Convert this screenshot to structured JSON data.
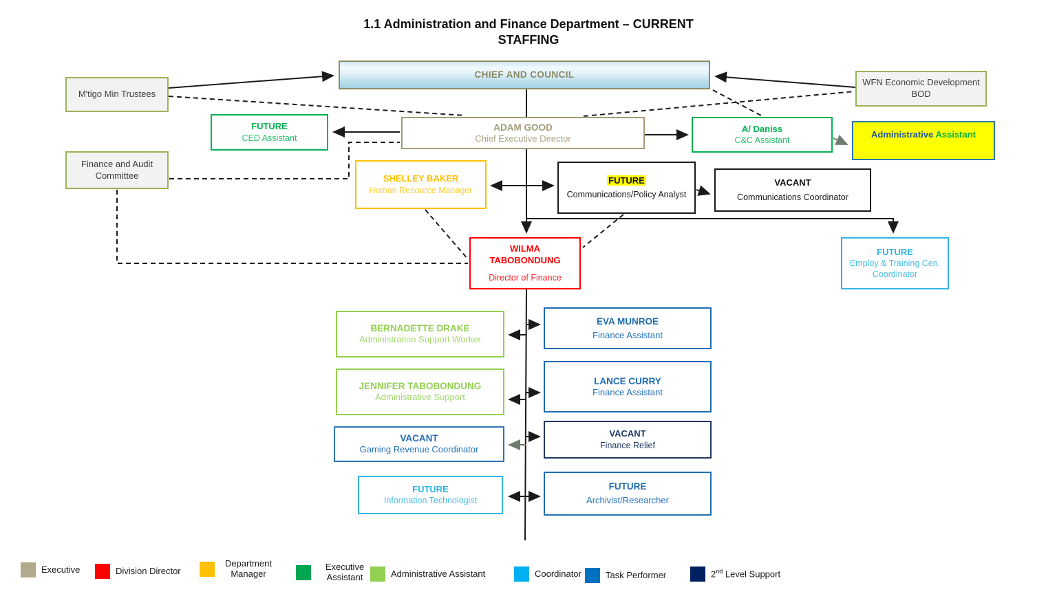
{
  "title": {
    "line1": "1.1 Administration and Finance Department – CURRENT",
    "line2": "STAFFING"
  },
  "nodes": {
    "chief": {
      "name": "CHIEF AND COUNCIL"
    },
    "mtigo": {
      "label": "M'tigo Min Trustees"
    },
    "wfn": {
      "label": "WFN Economic Development BOD"
    },
    "finance_audit": {
      "label": "Finance and Audit Committee"
    },
    "future_ced": {
      "name": "FUTURE",
      "role": "CED Assistant"
    },
    "adam": {
      "name": "ADAM GOOD",
      "role": "Chief Executive Director"
    },
    "daniss": {
      "name": "A/ Daniss",
      "role": "C&C Assistant"
    },
    "admin_assistant": {
      "word1": "Administrative",
      "word2": "Assistant"
    },
    "shelley": {
      "name": "SHELLEY BAKER",
      "role": "Human Resource Manager"
    },
    "comm_policy": {
      "name": "FUTURE",
      "role": "Communications/Policy Analyst"
    },
    "comms_coord": {
      "name": "VACANT",
      "role": "Communications Coordinator"
    },
    "wilma": {
      "name": "WILMA TABOBONDUNG",
      "role": "Director of Finance"
    },
    "employ": {
      "name": "FUTURE",
      "role": "Employ & Training Cen. Coordinator"
    },
    "bernadette": {
      "name": "BERNADETTE DRAKE",
      "role": "Administration Support Worker"
    },
    "eva": {
      "name": "EVA MUNROE",
      "role": "Finance Assistant"
    },
    "jennifer": {
      "name": "JENNIFER TABOBONDUNG",
      "role": "Administrative Support"
    },
    "lance": {
      "name": "LANCE CURRY",
      "role": "Finance Assistant"
    },
    "gaming": {
      "name": "VACANT",
      "role": "Gaming Revenue Coordinator"
    },
    "finance_relief": {
      "name": "VACANT",
      "role": "Finance Relief"
    },
    "it": {
      "name": "FUTURE",
      "role": "Information Technologist"
    },
    "archivist": {
      "name": "FUTURE",
      "role": "Archivist/Researcher"
    }
  },
  "legend": {
    "items": [
      {
        "label": "Executive",
        "color": "#b3a98c"
      },
      {
        "label": "Division Director",
        "color": "#ff0000"
      },
      {
        "label": "Department Manager",
        "color": "#ffc000"
      },
      {
        "label": "Executive Assistant",
        "color": "#00a651"
      },
      {
        "label": "Administrative Assistant",
        "color": "#92d050"
      },
      {
        "label": "Coordinator",
        "color": "#00b0f0"
      },
      {
        "label": "Task Performer",
        "color": "#0070c0"
      },
      {
        "label_pre": "2",
        "label_sup": "nd",
        "label_post": " Level Support",
        "color": "#002060"
      }
    ]
  },
  "colors": {
    "executive_tan": "#b3a98c",
    "division_director_red": "#ff0000",
    "department_manager_gold": "#ffc000",
    "executive_assistant_green": "#00b050",
    "administrative_assistant_light_green": "#92d050",
    "coordinator_cyan": "#00b0f0",
    "task_performer_blue": "#0070c0",
    "second_level_navy": "#002060",
    "highlight_yellow": "#ffff00",
    "external_box_gray": "#f2f2f2"
  }
}
